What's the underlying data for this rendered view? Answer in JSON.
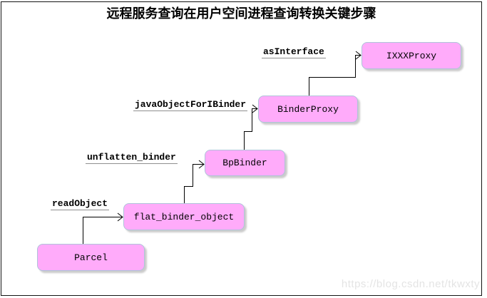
{
  "title": "远程服务查询在用户空间进程查询转换关键步骤",
  "diagram": {
    "nodes": [
      {
        "id": "parcel",
        "label": "Parcel"
      },
      {
        "id": "flat-binder-object",
        "label": "flat_binder_object"
      },
      {
        "id": "bpbinder",
        "label": "BpBinder"
      },
      {
        "id": "binderproxy",
        "label": "BinderProxy"
      },
      {
        "id": "ixxxproxy",
        "label": "IXXXProxy"
      }
    ],
    "edges": [
      {
        "from": "Parcel",
        "to": "flat_binder_object",
        "label": "readObject"
      },
      {
        "from": "flat_binder_object",
        "to": "BpBinder",
        "label": "unflatten_binder"
      },
      {
        "from": "BpBinder",
        "to": "BinderProxy",
        "label": "javaObjectForIBinder"
      },
      {
        "from": "BinderProxy",
        "to": "IXXXProxy",
        "label": "asInterface"
      }
    ]
  },
  "watermark": "https://blog.csdn.net/tkwxty",
  "colors": {
    "node_fill": "#ffabfa",
    "node_border": "#afc3da",
    "line": "#000000",
    "watermark": "#e4e4e4"
  }
}
